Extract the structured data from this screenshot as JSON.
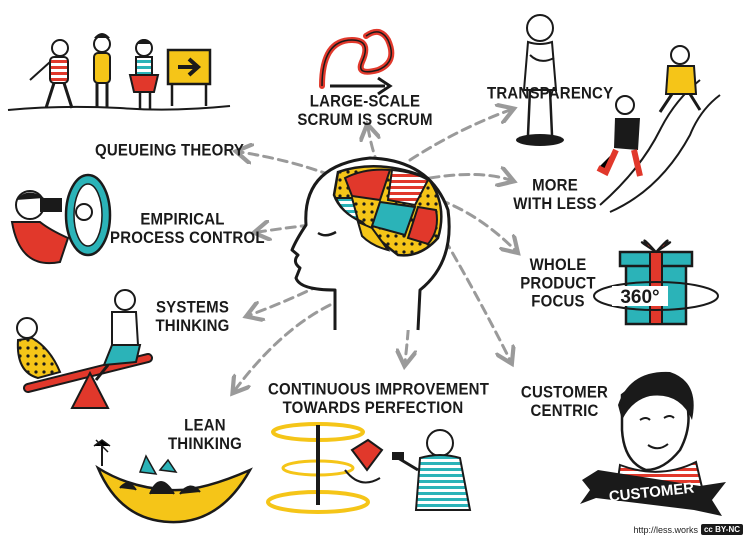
{
  "center": {
    "icon": "head-with-colorful-brain"
  },
  "principles": [
    {
      "id": "large-scale",
      "lines": [
        "LARGE-SCALE",
        "SCRUM IS SCRUM"
      ],
      "icon": "looping-arrow-icon"
    },
    {
      "id": "transparency",
      "lines": [
        "TRANSPARENCY"
      ],
      "icon": "naked-person-icon"
    },
    {
      "id": "more-with-less",
      "lines": [
        "MORE",
        "WITH LESS"
      ],
      "icon": "running-people-icon"
    },
    {
      "id": "whole-product",
      "lines": [
        "WHOLE",
        "PRODUCT",
        "FOCUS"
      ],
      "icon": "gift-box-360-icon"
    },
    {
      "id": "customer-centric",
      "lines": [
        "CUSTOMER",
        "CENTRIC"
      ],
      "icon": "customer-face-icon"
    },
    {
      "id": "continuous-improvement",
      "lines": [
        "CONTINUOUS IMPROVEMENT",
        "TOWARDS PERFECTION"
      ],
      "icon": "hammer-gem-icon"
    },
    {
      "id": "lean-thinking",
      "lines": [
        "LEAN",
        "THINKING"
      ],
      "icon": "boat-rocks-icon"
    },
    {
      "id": "systems-thinking",
      "lines": [
        "SYSTEMS",
        "THINKING"
      ],
      "icon": "seesaw-icon"
    },
    {
      "id": "empirical",
      "lines": [
        "EMPIRICAL",
        "PROCESS CONTROL"
      ],
      "icon": "mirror-binoculars-icon"
    },
    {
      "id": "queueing",
      "lines": [
        "QUEUEING THEORY"
      ],
      "icon": "people-queue-sign-icon"
    }
  ],
  "gift_label": "360°",
  "banner_label": "CUSTOMER",
  "credit": {
    "url": "http://less.works",
    "license": "BY-NC"
  },
  "colors": {
    "ink": "#1a1a1a",
    "arrow": "#9a9a9a",
    "red": "#e1382b",
    "yellow": "#f5c518",
    "teal": "#2bb3b8",
    "navy": "#1e3a6e"
  }
}
